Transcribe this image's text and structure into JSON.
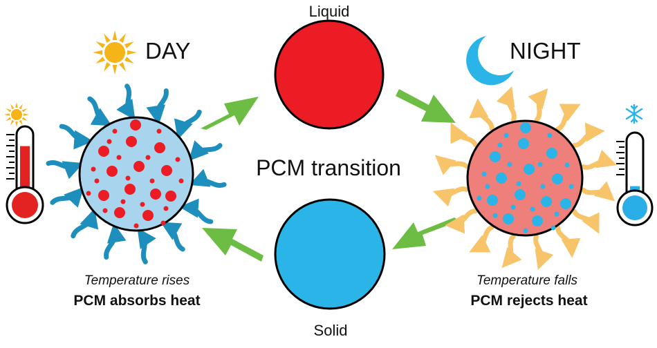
{
  "labels": {
    "day": "DAY",
    "night": "NIGHT",
    "liquid": "Liquid",
    "solid": "Solid",
    "center": "PCM transition",
    "left_caption_italic": "Temperature rises",
    "left_caption_bold": "PCM absorbs heat",
    "right_caption_italic": "Temperature falls",
    "right_caption_bold": "PCM rejects heat"
  },
  "icons": {
    "day": "sun-icon",
    "night": "moon-icon",
    "hot_thermometer": "sun-icon",
    "cold_thermometer": "snowflake-icon"
  },
  "colors": {
    "liquid": "#ec1c24",
    "solid": "#2ab4e8",
    "day_sphere": "#a8d4ee",
    "night_sphere": "#ef7f7a",
    "inflow_arrows": "#1e8fbc",
    "outflow_arrows": "#f7c46a",
    "cycle_arrows": "#6dbd45",
    "sun": "#f5b417",
    "thermometer_hot": "#e32222",
    "thermometer_cold": "#2aaee8"
  },
  "thermometers": {
    "hot_level": 0.8,
    "cold_level": 0.3
  }
}
